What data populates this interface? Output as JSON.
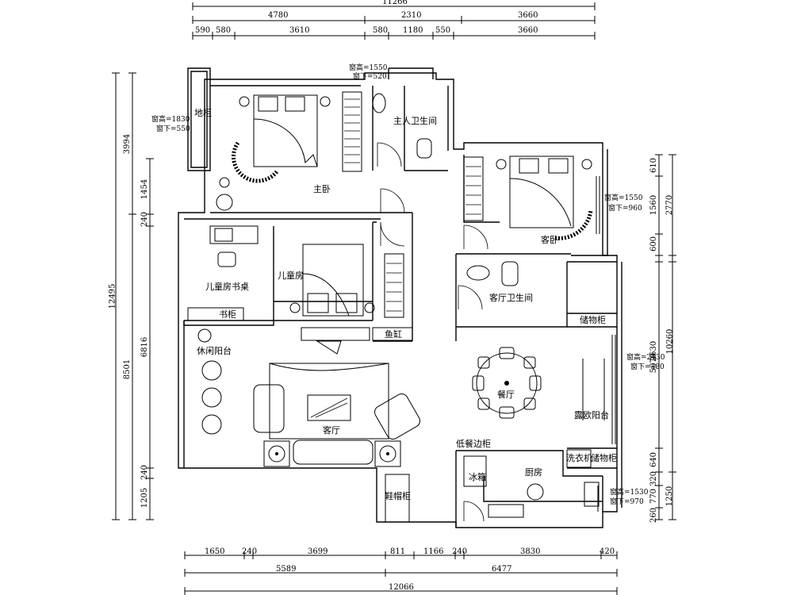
{
  "dims_top": {
    "total": "11266",
    "segments": [
      "4780",
      "2310",
      "3660"
    ],
    "sub_segments": [
      "590",
      "580",
      "3610",
      "580",
      "1180",
      "550",
      "3660"
    ]
  },
  "dims_bottom": {
    "sub_segments": [
      "1650",
      "240",
      "3699",
      "811",
      "1166",
      "240",
      "3830",
      "420"
    ],
    "segments": [
      "5589",
      "6477"
    ],
    "total": "12066"
  },
  "dims_left": {
    "total": "12495",
    "segments": [
      "3994",
      "8501"
    ],
    "sub_segments": [
      "1454",
      "240",
      "6816",
      "240",
      "1205"
    ]
  },
  "dims_right": {
    "segments": [
      "2770",
      "10260",
      "1250"
    ],
    "sub_segments": [
      "610",
      "1560",
      "600",
      "5670",
      "640",
      "320",
      "770",
      "260"
    ],
    "overlap": "2630"
  },
  "rooms": {
    "master_bedroom": "主卧",
    "master_bath": "主人卫生间",
    "guest_bedroom": "客卧",
    "children_room": "儿童房",
    "children_desk": "儿童房书桌",
    "bookcase": "书柜",
    "leisure_balcony": "休闲阳台",
    "living_room": "客厅",
    "fish_tank": "鱼缸",
    "guest_bath": "客厅卫生间",
    "storage_1": "储物柜",
    "dining": "餐厅",
    "euro_balcony": "露欧阳台",
    "sideboard": "低餐边柜",
    "washer": "洗衣机",
    "storage_2": "储物柜",
    "fridge": "冰箱",
    "kitchen": "厨房",
    "shoe_cabinet": "鞋帽柜",
    "floor_cabinet": "地柜"
  },
  "window_notes": {
    "w1_height": "窗高=1830",
    "w1_sill": "窗下=550",
    "w2_height": "窗高=1550",
    "w2_sill": "窗下=520",
    "w3_height": "窗高=1550",
    "w3_sill": "窗下=960",
    "w4_height": "窗高=2430",
    "w4_sill": "窗下=380",
    "w5_height": "窗高=1530",
    "w5_sill": "窗下=970"
  }
}
